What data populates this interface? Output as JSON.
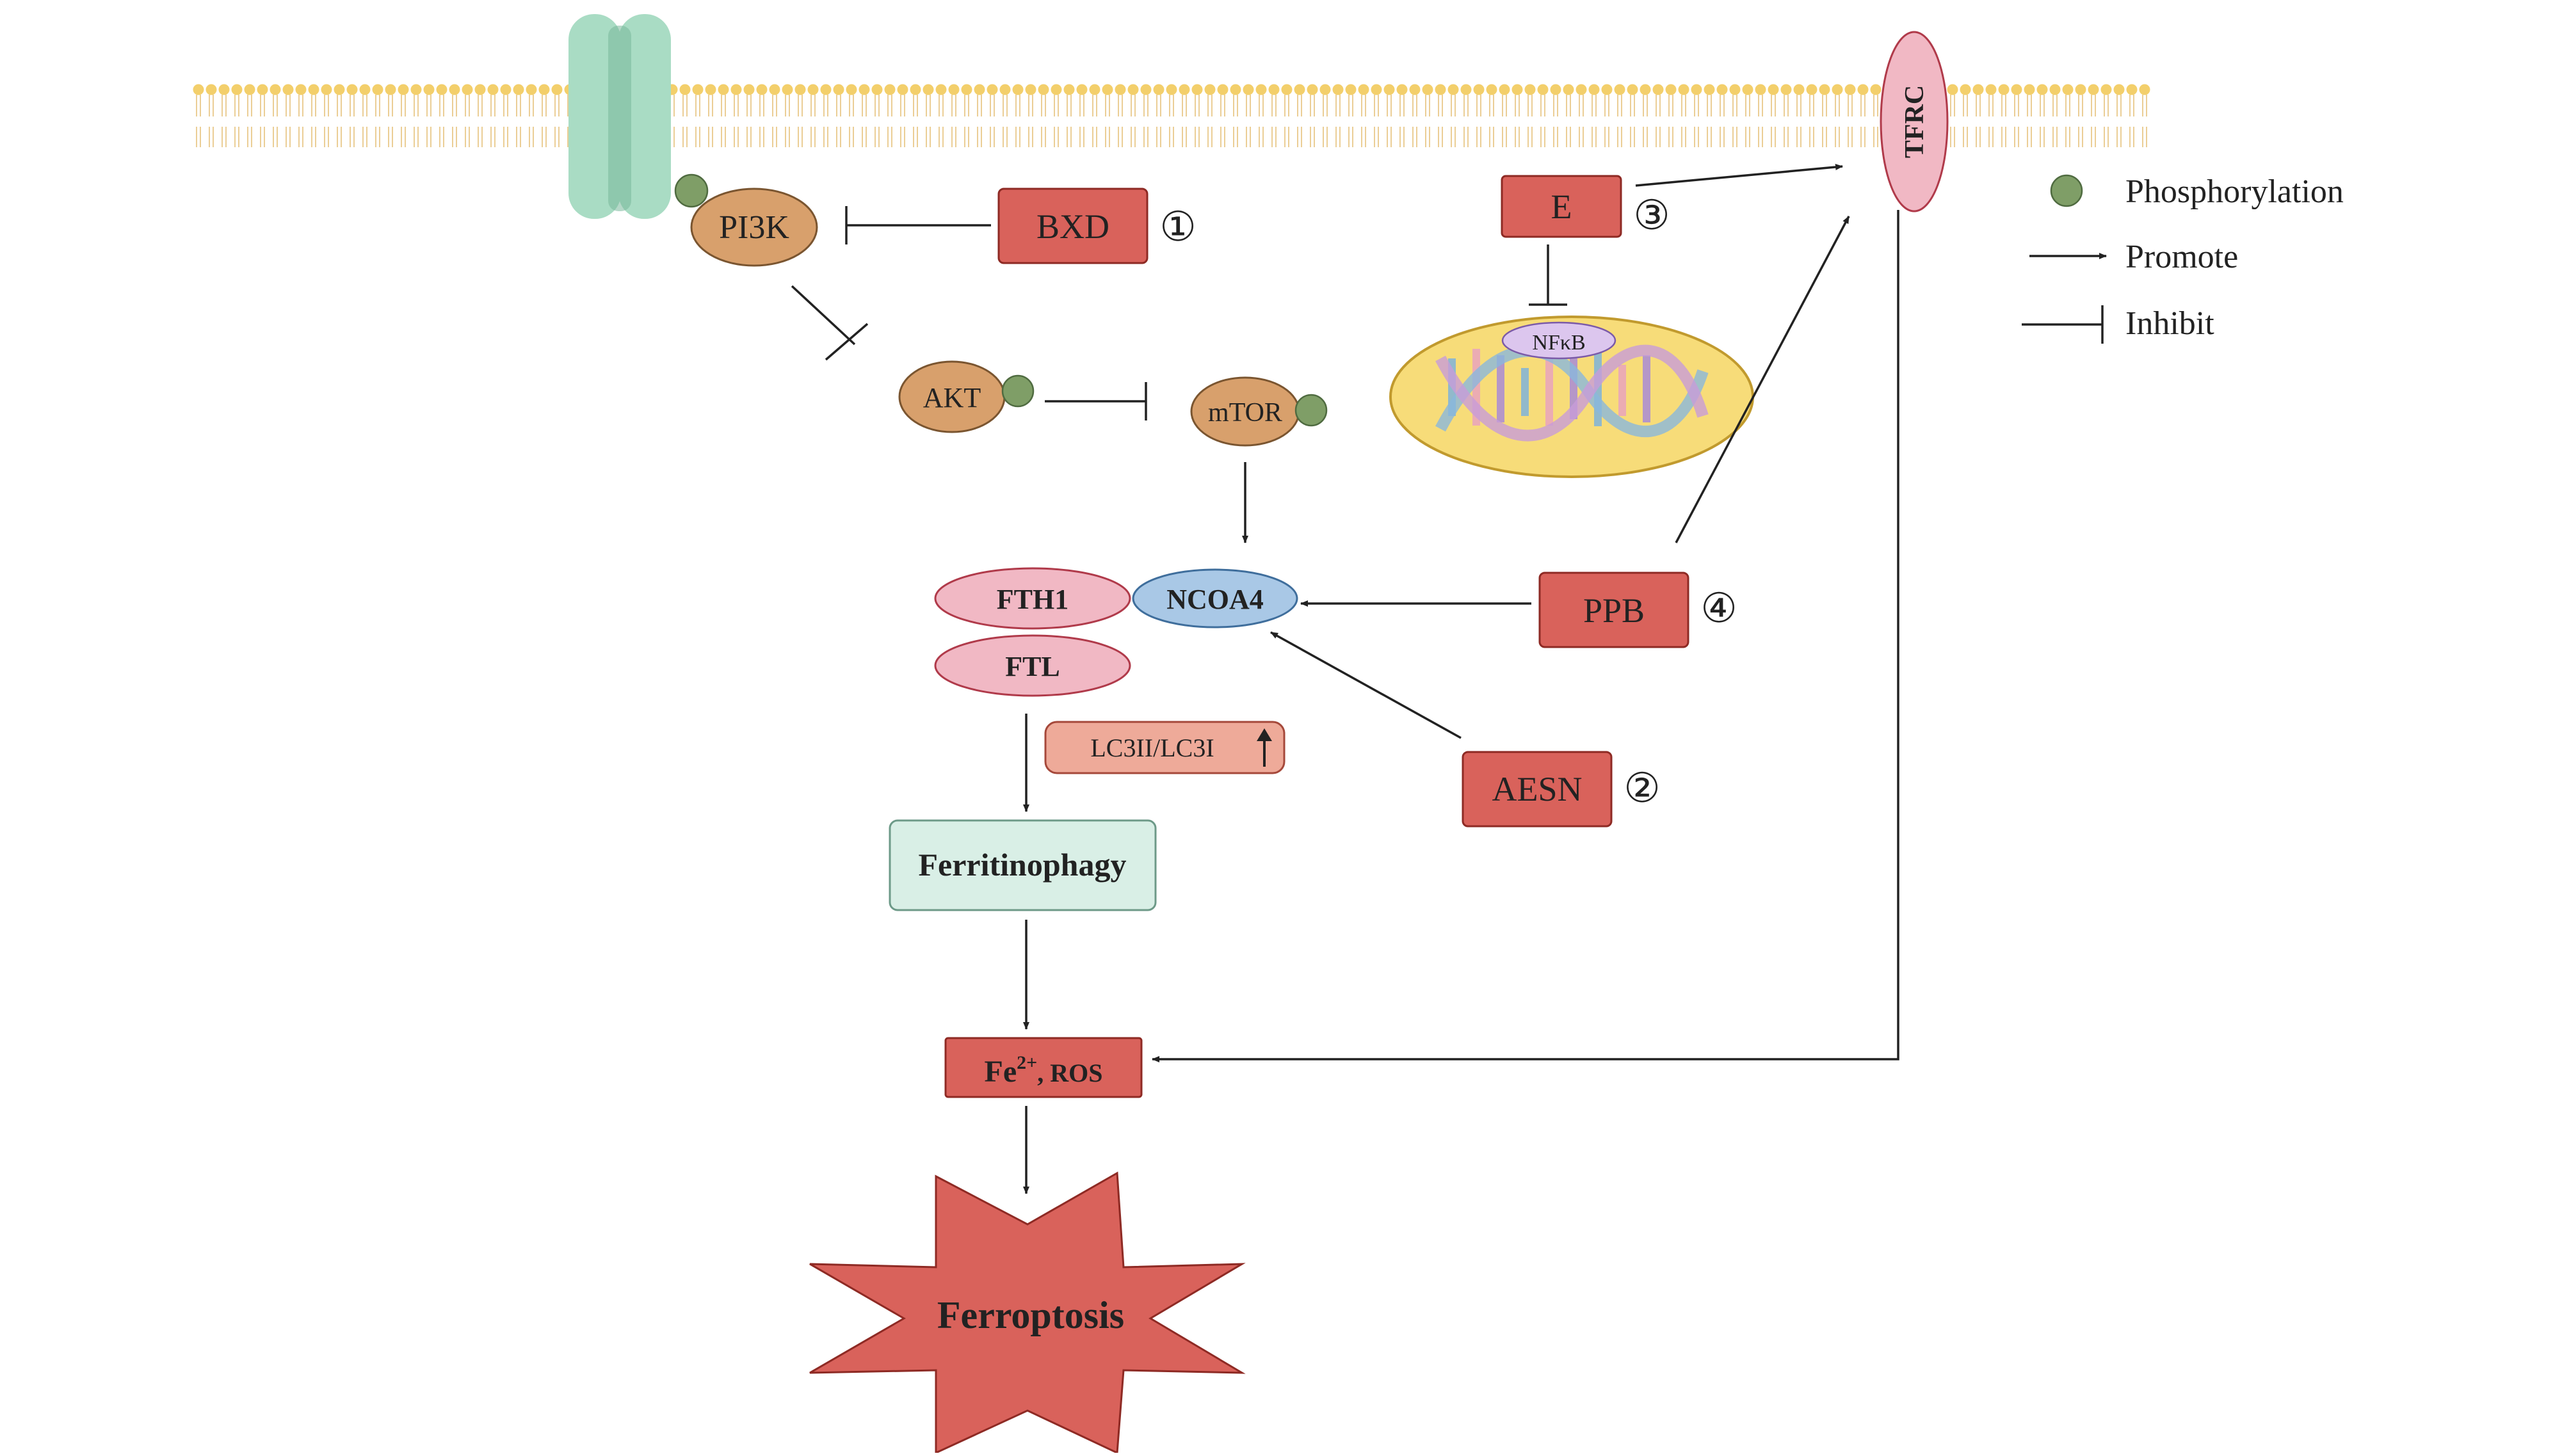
{
  "nodes": {
    "pi3k": "PI3K",
    "akt": "AKT",
    "mtor": "mTOR",
    "bxd": "BXD",
    "e": "E",
    "nfkb": "NFκB",
    "tfrc": "TFRC",
    "fth1": "FTH1",
    "ncoa4": "NCOA4",
    "ftl": "FTL",
    "ppb": "PPB",
    "aesn": "AESN",
    "lc3": "LC3II/LC3I",
    "ferritinophagy": "Ferritinophagy",
    "fe": "Fe",
    "fe_sup": "2+",
    "fe_rest": ", ROS",
    "ferroptosis": "Ferroptosis"
  },
  "markers": {
    "bxd": "①",
    "aesn": "②",
    "e": "③",
    "ppb": "④"
  },
  "legend": {
    "phosphorylation": "Phosphorylation",
    "promote": "Promote",
    "inhibit": "Inhibit"
  },
  "colors": {
    "red_box": "#d9625b",
    "protein_tan": "#d8a06c",
    "phospho_green": "#7f9e67",
    "pink": "#f1b8c4",
    "blue": "#a9c8e6",
    "mint": "#d9efe6",
    "lc3": "#eeaa99",
    "nucleus": "#f7dc79",
    "nfkb": "#dcc6ee",
    "membrane": "#f3cf6b",
    "channel": "#a9dcc4"
  }
}
